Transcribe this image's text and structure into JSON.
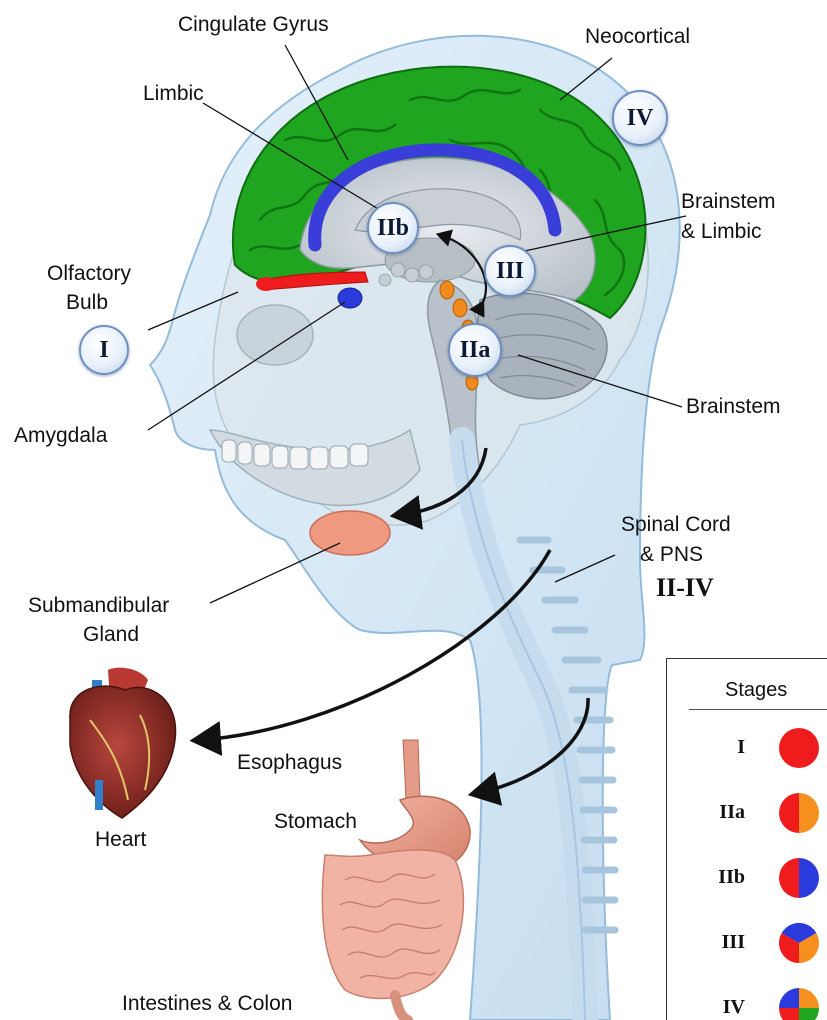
{
  "labels": {
    "cingulate_gyrus": "Cingulate Gyrus",
    "neocortical": "Neocortical",
    "limbic": "Limbic",
    "brainstem_limbic_line1": "Brainstem",
    "brainstem_limbic_line2": "& Limbic",
    "olfactory_bulb_line1": "Olfactory",
    "olfactory_bulb_line2": "Bulb",
    "amygdala": "Amygdala",
    "brainstem": "Brainstem",
    "spinal_cord_line1": "Spinal Cord",
    "spinal_cord_line2": "& PNS",
    "spinal_cord_stages": "II-IV",
    "submandibular_line1": "Submandibular",
    "submandibular_line2": "Gland",
    "heart": "Heart",
    "esophagus": "Esophagus",
    "stomach": "Stomach",
    "intestines": "Intestines & Colon"
  },
  "badges": {
    "stage_I": "I",
    "stage_IIa": "IIa",
    "stage_IIb": "IIb",
    "stage_III": "III",
    "stage_IV": "IV"
  },
  "region_colors": {
    "neocortex": "#1fa51f",
    "cingulate": "#3a3ed8",
    "olfactory": "#ee1c1c",
    "amygdala": "#2a3adc",
    "brainstem_nuclei": "#f08a1c",
    "submandibular": "#ef9a80"
  },
  "legend": {
    "title": "Stages",
    "rows": [
      {
        "label": "I",
        "colors": [
          "#ee1c1c"
        ]
      },
      {
        "label": "IIa",
        "colors": [
          "#ee1c1c",
          "#f5901e"
        ]
      },
      {
        "label": "IIb",
        "colors": [
          "#ee1c1c",
          "#2a3adc"
        ]
      },
      {
        "label": "III",
        "colors": [
          "#ee1c1c",
          "#2a3adc",
          "#f5901e"
        ]
      },
      {
        "label": "IV",
        "colors": [
          "#ee1c1c",
          "#2a3adc",
          "#f5901e",
          "#1fa51f"
        ]
      }
    ]
  }
}
